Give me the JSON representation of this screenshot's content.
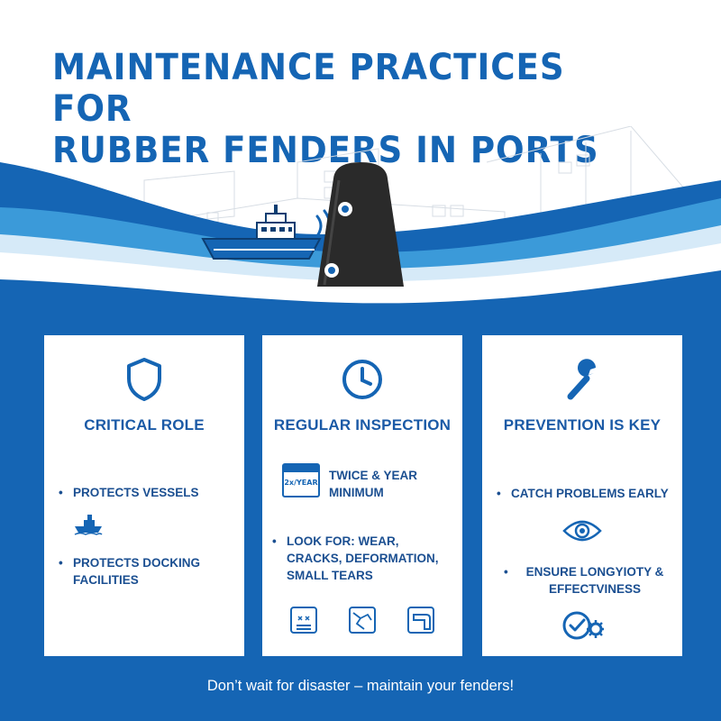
{
  "title": {
    "line1": "MAINTENANCE PRACTICES FOR",
    "line2": "RUBBER FENDERS IN PORTS"
  },
  "cards": [
    {
      "title": "CRITICAL ROLE",
      "icon": "shield-icon",
      "items": [
        "PROTECTS VESSELS",
        "PROTECTS DOCKING FACILITIES"
      ]
    },
    {
      "title": "REGULAR INSPECTION",
      "icon": "clock-icon",
      "calendar_label": "2x/YEAR",
      "items": [
        "TWICE & YEAR MINIMUM",
        "LOOK FOR: WEAR, CRACKS, DEFORMATION, SMALL TEARS"
      ]
    },
    {
      "title": "PREVENTION IS KEY",
      "icon": "wrench-icon",
      "items": [
        "CATCH PROBLEMS EARLY",
        "ENSURE LONGYIOTY & EFFECTVINESS"
      ]
    }
  ],
  "footer": "Don’t wait for disaster – maintain your fenders!",
  "colors": {
    "primary": "#1565b4",
    "text_dark": "#1b4f91",
    "wave_light": "#3b9ad9",
    "wave_pale": "#d6eaf8"
  }
}
